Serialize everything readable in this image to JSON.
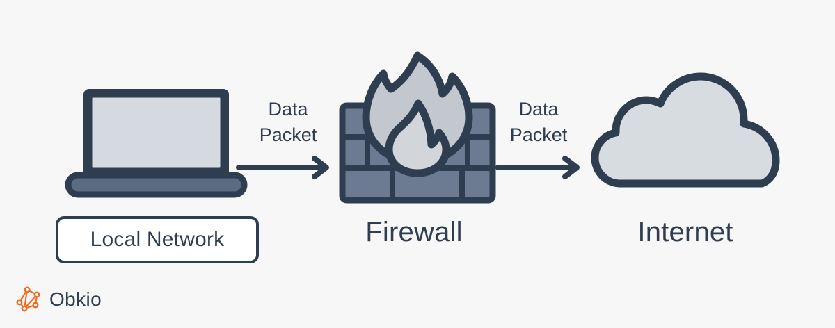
{
  "diagram": {
    "title": "Firewall data packet flow diagram",
    "background_color": "#F7F7F7",
    "nodes": [
      {
        "id": "local-network",
        "label": "Local Network",
        "icon": "laptop-icon",
        "label_style": "pill-box"
      },
      {
        "id": "firewall",
        "label": "Firewall",
        "icon": "firewall-brick-wall-flame-icon",
        "label_style": "plain"
      },
      {
        "id": "internet",
        "label": "Internet",
        "icon": "cloud-icon",
        "label_style": "plain"
      }
    ],
    "connectors": [
      {
        "id": "connector-1",
        "from": "local-network",
        "to": "firewall",
        "label_line1": "Data",
        "label_line2": "Packet",
        "arrow": "arrow-right-icon"
      },
      {
        "id": "connector-2",
        "from": "firewall",
        "to": "internet",
        "label_line1": "Data",
        "label_line2": "Packet",
        "arrow": "arrow-right-icon"
      }
    ]
  },
  "branding": {
    "name": "Obkio",
    "logo_icon": "obkio-network-nodes-icon",
    "logo_color": "#F26A21",
    "wordmark_color": "#2E3E50"
  },
  "colors": {
    "background": "#F7F7F7",
    "outline": "#2E3E50",
    "screen_fill": "#D4DAE0",
    "laptop_base_fill": "#5B6B80",
    "brick_fill": "#6C7B91",
    "flame_fill": "#C3C8CE",
    "flame_inner_fill": "#D2D6DB",
    "cloud_fill": "#D7DCE1",
    "box_fill": "#FFFFFF",
    "accent_orange": "#F26A21"
  }
}
